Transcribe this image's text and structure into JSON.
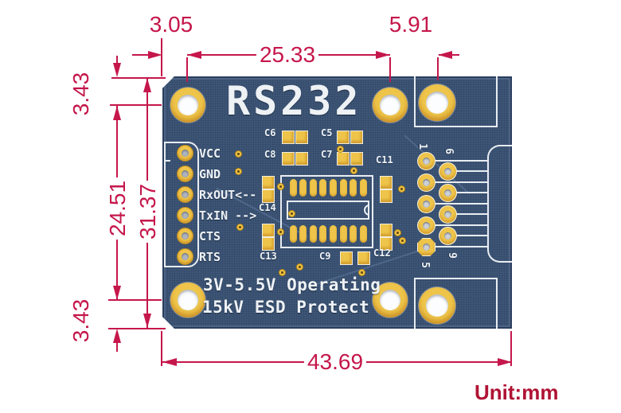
{
  "unit": "Unit:mm",
  "colors": {
    "board": "#3e5677",
    "pad_gold": "#eec54a",
    "silkscreen": "#eef2f5",
    "dimension": "#c5174b",
    "unit_text": "#b01334"
  },
  "board": {
    "title": "RS232",
    "operating_text": "3V-5.5V Operating",
    "esd_text": "15kV ESD Protect",
    "pins": [
      "VCC",
      "GND",
      "RxOUT<--",
      "TxIN -->",
      "CTS",
      "RTS"
    ],
    "caps": {
      "c6": "C6",
      "c8": "C8",
      "c5": "C5",
      "c7": "C7",
      "c11": "C11",
      "c14": "C14",
      "c13": "C13",
      "c9": "C9",
      "c12": "C12"
    },
    "db9_pins": {
      "p1": "1",
      "p6": "6",
      "p5": "5",
      "p9": "9"
    }
  },
  "dimensions": {
    "edge_to_hole_left": "3.05",
    "hole_pitch_horizontal": "25.33",
    "hole_to_lug": "5.91",
    "edge_to_hole_top": "3.43",
    "hole_pitch_vertical": "24.51",
    "board_height": "31.37",
    "edge_to_hole_bottom": "3.43",
    "board_width": "43.69"
  }
}
